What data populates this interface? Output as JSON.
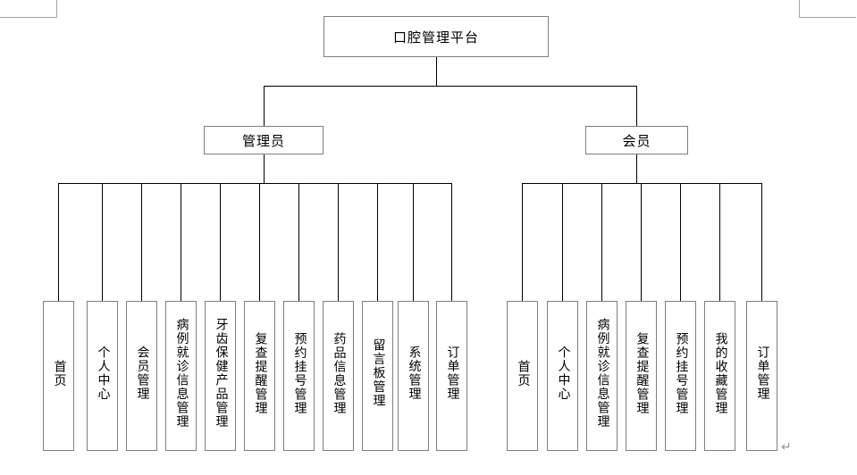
{
  "document": {
    "paragraph_mark": "↵",
    "caption": ""
  },
  "diagram": {
    "type": "organizational-tree",
    "root": {
      "label": "口腔管理平台"
    },
    "branches": [
      {
        "id": "admin",
        "label": "管理员",
        "leaves": [
          {
            "label": "首页"
          },
          {
            "label": "个人中心"
          },
          {
            "label": "会员管理"
          },
          {
            "label": "病例就诊信息管理"
          },
          {
            "label": "牙齿保健产品管理"
          },
          {
            "label": "复查提醒管理"
          },
          {
            "label": "预约挂号管理"
          },
          {
            "label": "药品信息管理"
          },
          {
            "label": "留言板管理"
          },
          {
            "label": "系统管理"
          },
          {
            "label": "订单管理"
          }
        ]
      },
      {
        "id": "member",
        "label": "会员",
        "leaves": [
          {
            "label": "首页"
          },
          {
            "label": "个人中心"
          },
          {
            "label": "病例就诊信息管理"
          },
          {
            "label": "复查提醒管理"
          },
          {
            "label": "预约挂号管理"
          },
          {
            "label": "我的收藏管理"
          },
          {
            "label": "订单管理"
          }
        ]
      }
    ],
    "colors": {
      "node_border": "#7f7f7f",
      "connector": "#000000",
      "background": "#ffffff",
      "crop_mark": "#a6a6a6"
    }
  }
}
